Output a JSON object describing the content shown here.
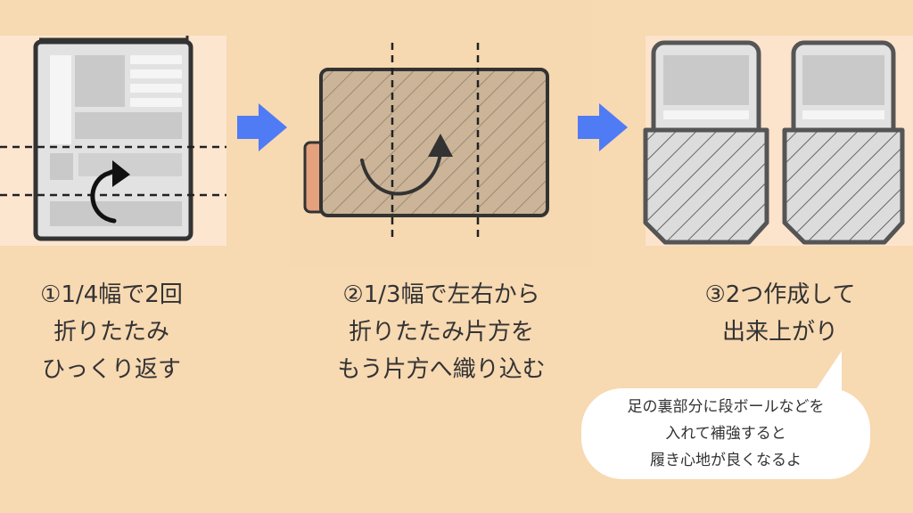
{
  "steps": [
    {
      "caption": "①1/4幅で2回\n折りたたみ\nひっくり返す"
    },
    {
      "caption": "②1/3幅で左右から\n折りたたみ片方を\nもう片方へ織り込む"
    },
    {
      "caption": "③2つ作成して\n出来上がり"
    }
  ],
  "note": {
    "text": "足の裏部分に段ボールなどを\n入れて補強すると\n履き心地が良くなるよ"
  },
  "colors": {
    "background": "#f7d9b2",
    "arrow": "#4f7bf5",
    "outline": "#333333",
    "paper": "#e3e3e3",
    "fold": "#cbb497",
    "bubble": "#ffffff"
  },
  "icons": [
    "right-arrow-icon",
    "rotate-arrow-icon"
  ]
}
